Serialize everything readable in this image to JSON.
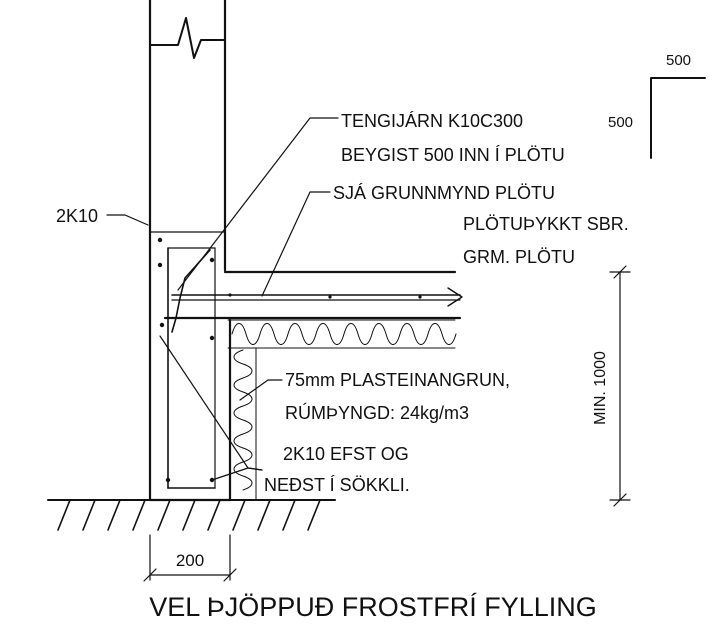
{
  "labels": {
    "tie_bar": "TENGIJÁRN K10C300",
    "tie_bar_bend": "BEYGIST 500 INN Í PLÖTU",
    "plan_ref": "SJÁ GRUNNMYND PLÖTU",
    "slab_thickness_1": "PLÖTUÞYKKT SBR.",
    "slab_thickness_2": "GRM. PLÖTU",
    "rebar_top": "2K10",
    "insulation_1": "75mm PLASTEINANGRUN,",
    "insulation_2": "RÚMÞYNGD: 24kg/m3",
    "rebar_footing_1": "2K10 EFST OG",
    "rebar_footing_2": "NEÐST Í SÖKKLI.",
    "bend_dim_h": "500",
    "bend_dim_v": "500",
    "min_depth": "MIN. 1000",
    "footing_width": "200",
    "fill_note": "VEL ÞJÖPPUÐ FROSTFRÍ FYLLING"
  }
}
